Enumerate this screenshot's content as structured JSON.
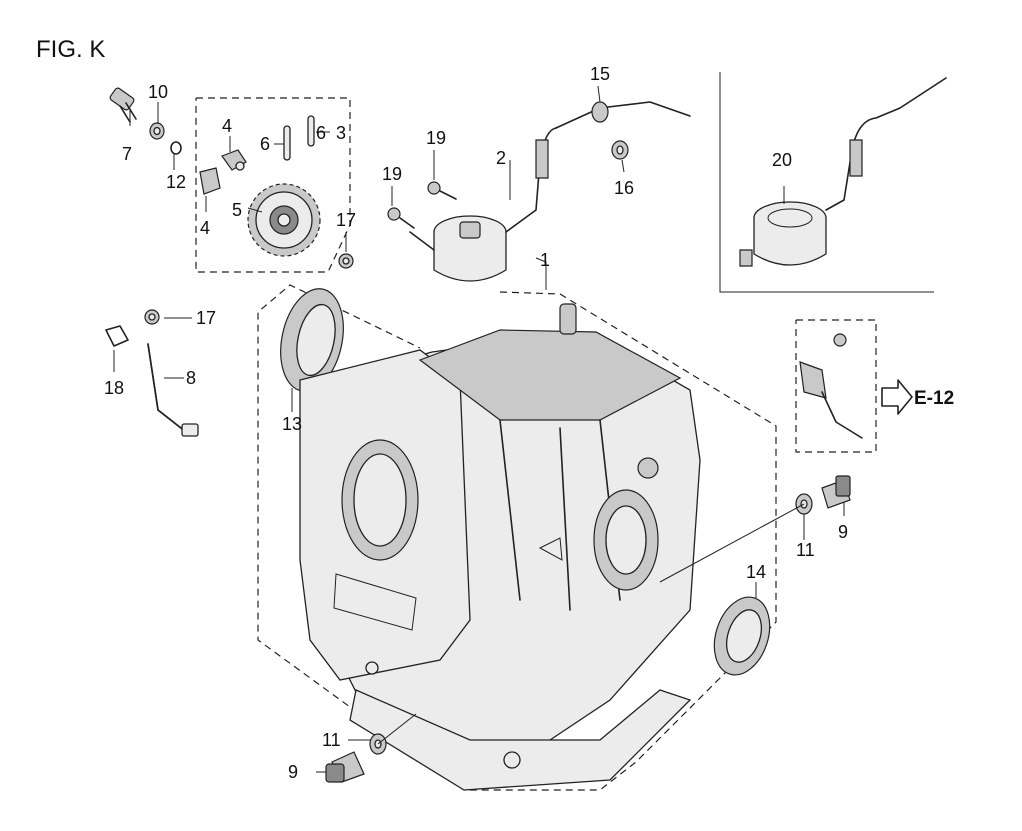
{
  "figure_title": "FIG. K",
  "cross_reference": "E-12",
  "callouts": {
    "c1": "1",
    "c2": "2",
    "c3": "3",
    "c4a": "4",
    "c4b": "4",
    "c5": "5",
    "c6a": "6",
    "c6b": "6",
    "c7": "7",
    "c8": "8",
    "c9a": "9",
    "c9b": "9",
    "c10": "10",
    "c11a": "11",
    "c11b": "11",
    "c12": "12",
    "c13": "13",
    "c14": "14",
    "c15": "15",
    "c16": "16",
    "c17a": "17",
    "c17b": "17",
    "c18": "18",
    "c19a": "19",
    "c19b": "19",
    "c20": "20"
  }
}
